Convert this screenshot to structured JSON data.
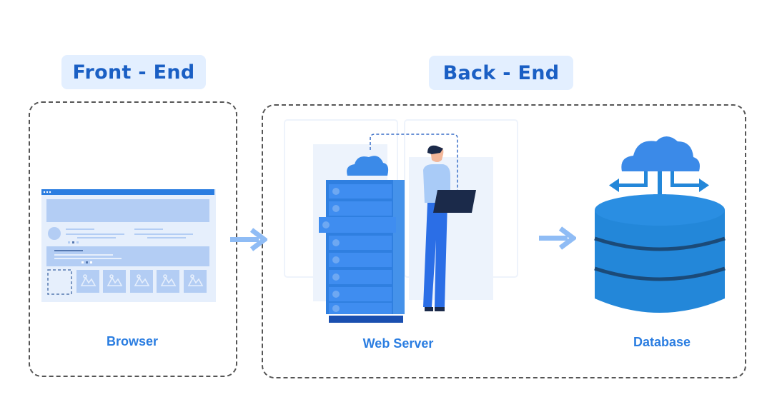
{
  "sections": {
    "frontend": {
      "title": "Front - End"
    },
    "backend": {
      "title": "Back - End"
    }
  },
  "components": {
    "browser": {
      "label": "Browser"
    },
    "web_server": {
      "label": "Web Server"
    },
    "database": {
      "label": "Database"
    }
  },
  "colors": {
    "title_text": "#1a5fc4",
    "title_bg": "#e3efff",
    "caption": "#2a7de1",
    "arrow": "#8fbcf5",
    "server": "#2f7fe0",
    "database": "#2387d9"
  }
}
